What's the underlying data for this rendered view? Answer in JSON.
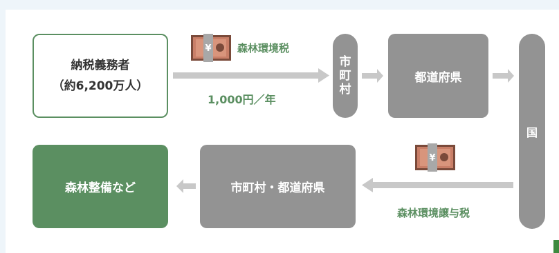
{
  "nodes": {
    "taxpayer_line1": "納税義務者",
    "taxpayer_line2": "（約6,200万人）",
    "municipality_chars": [
      "市",
      "町",
      "村"
    ],
    "prefecture": "都道府県",
    "nation": "国",
    "municipality_prefecture": "市町村・都道府県",
    "forest_maintenance": "森林整備など"
  },
  "labels": {
    "forest_env_tax": "森林環境税",
    "rate": "1,000円／年",
    "transfer_tax": "森林環境譲与税"
  },
  "icons": {
    "money": "money-bundle-icon",
    "money_symbol": "¥"
  },
  "colors": {
    "green": "#5b8f61",
    "gray_box": "#939393",
    "arrow": "#c8c8c8",
    "money_body": "#c97f68",
    "money_band": "#a8a8a8",
    "background": "#eef5fa"
  }
}
